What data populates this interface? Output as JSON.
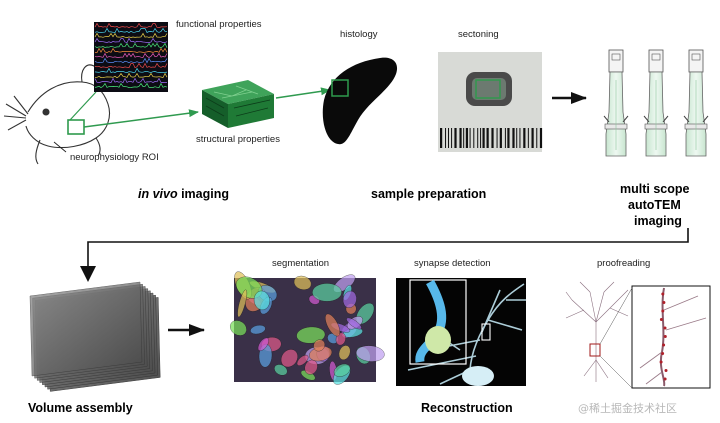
{
  "labels": {
    "functional_properties": "functional properties",
    "structural_properties": "structural properties",
    "neurophysiology_roi": "neurophysiology ROI",
    "histology": "histology",
    "sectioning": "sectoning",
    "segmentation": "segmentation",
    "synapse_detection": "synapse detection",
    "proofreading": "proofreading"
  },
  "sections": {
    "in_vivo_italic": "in vivo",
    "in_vivo_rest": " imaging",
    "sample_preparation": "sample preparation",
    "multiscope_line1": "multi scope",
    "multiscope_line2": "autoTEM",
    "multiscope_line3": "imaging",
    "volume_assembly": "Volume assembly",
    "reconstruction": "Reconstruction"
  },
  "watermark": "@稀土掘金技术社区",
  "colors": {
    "flow_arrow": "#2f9a4f",
    "black_arrow": "#111111",
    "roi_box": "#2e9a4c",
    "tissue_green": "#1f7a36",
    "scope_tube": "#d9efe0"
  }
}
